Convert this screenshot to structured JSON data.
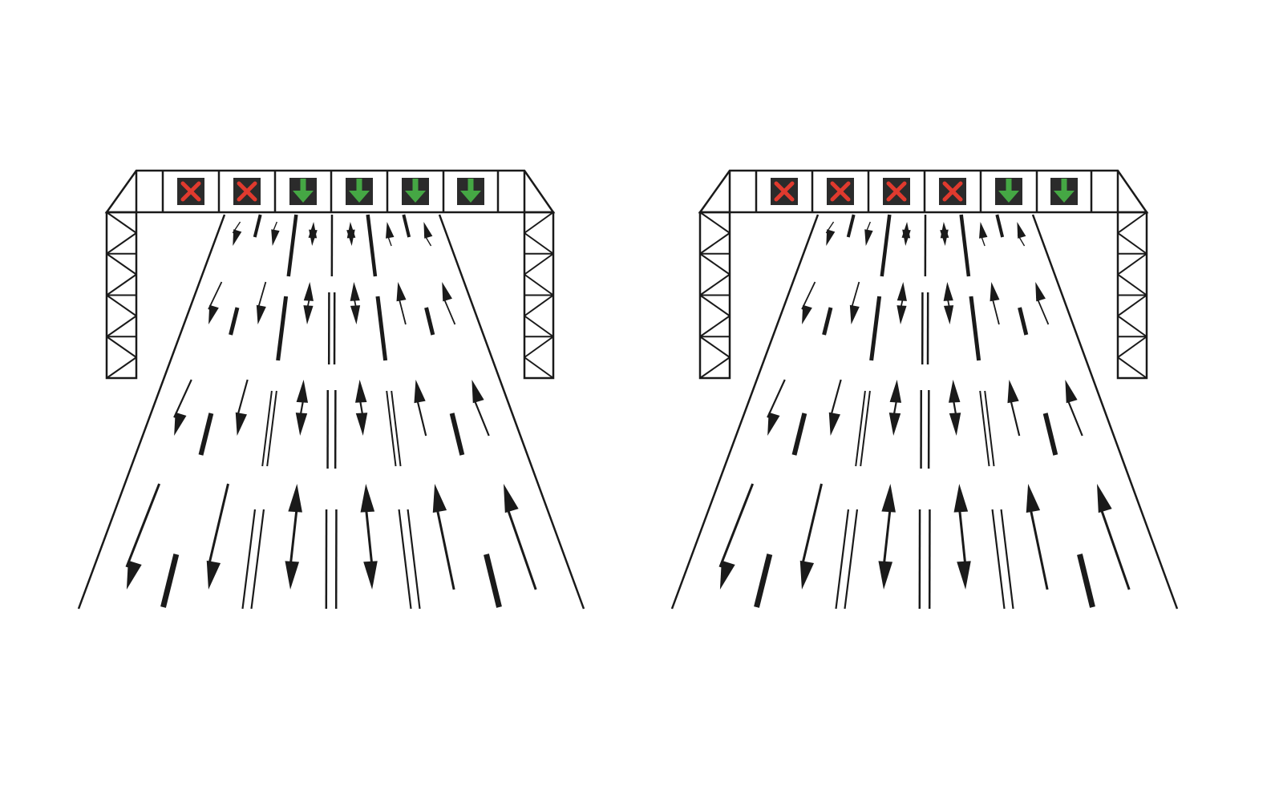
{
  "colors": {
    "line": "#1a1a1a",
    "signal_background": "#2b2b2b",
    "closed_lane": "#e03a2e",
    "open_lane": "#45a744",
    "background": "#ffffff"
  },
  "diagrams": [
    {
      "signals": [
        "lane-closed-x",
        "lane-closed-x",
        "lane-open-arrow",
        "lane-open-arrow",
        "lane-open-arrow",
        "lane-open-arrow"
      ]
    },
    {
      "signals": [
        "lane-closed-x",
        "lane-closed-x",
        "lane-closed-x",
        "lane-closed-x",
        "lane-open-arrow",
        "lane-open-arrow"
      ]
    }
  ],
  "lane_travel_directions": [
    "toward-viewer",
    "toward-viewer",
    "reversible",
    "reversible",
    "away-from-viewer",
    "away-from-viewer"
  ]
}
